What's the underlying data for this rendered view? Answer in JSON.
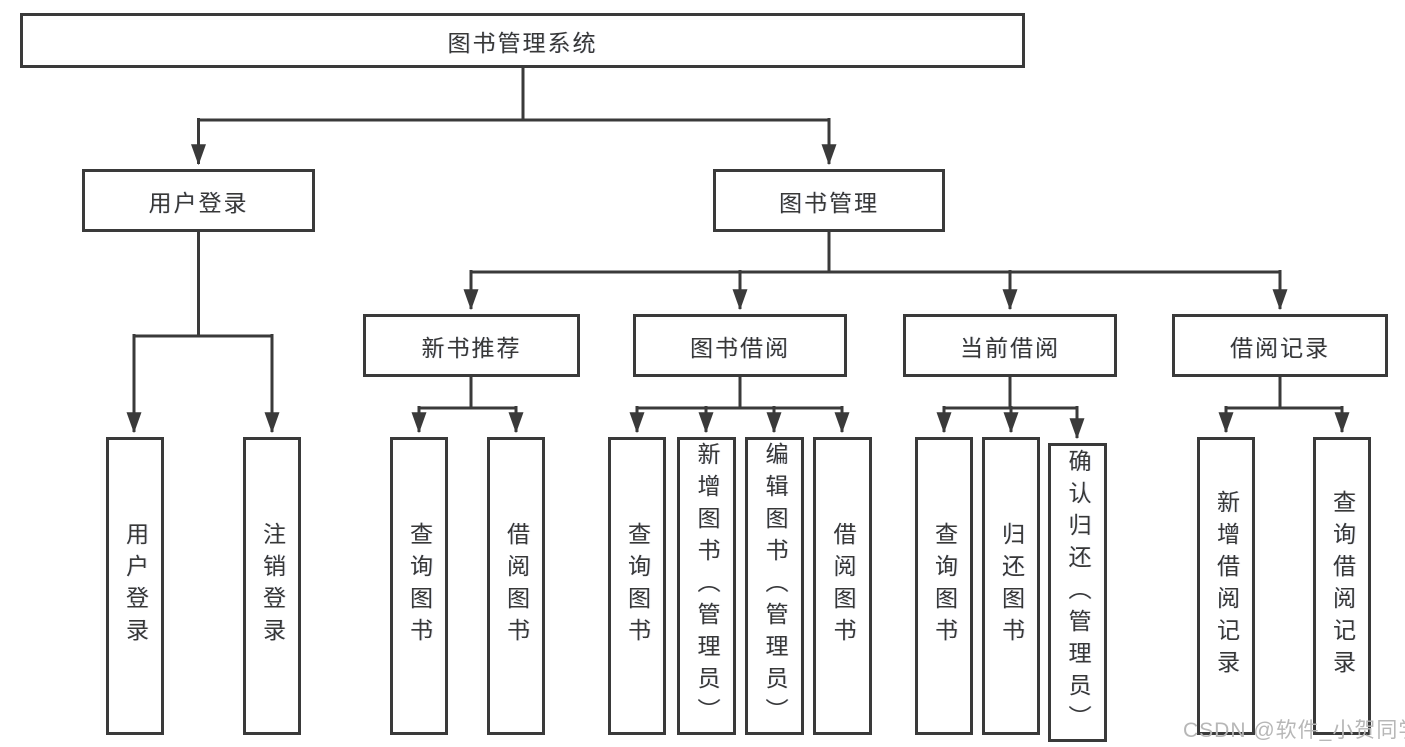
{
  "diagram": {
    "root": "图书管理系统",
    "level2": [
      "用户登录",
      "图书管理"
    ],
    "level3": [
      "新书推荐",
      "图书借阅",
      "当前借阅",
      "借阅记录"
    ],
    "leaves": {
      "user_login": [
        "用户登录",
        "注销登录"
      ],
      "new_book": [
        "查询图书",
        "借阅图书"
      ],
      "book_borrow": [
        "查询图书",
        "新增图书（管理员）",
        "编辑图书（管理员）",
        "借阅图书"
      ],
      "current_borrow": [
        "查询图书",
        "归还图书",
        "确认归还（管理员）"
      ],
      "records": [
        "新增借阅记录",
        "查询借阅记录"
      ]
    },
    "watermark": "CSDN @软件_小贺同学",
    "colors": {
      "line": "#3a3a3a",
      "text": "#373737",
      "box_background": "#ffffff",
      "watermark": "#b7b7b7"
    }
  }
}
